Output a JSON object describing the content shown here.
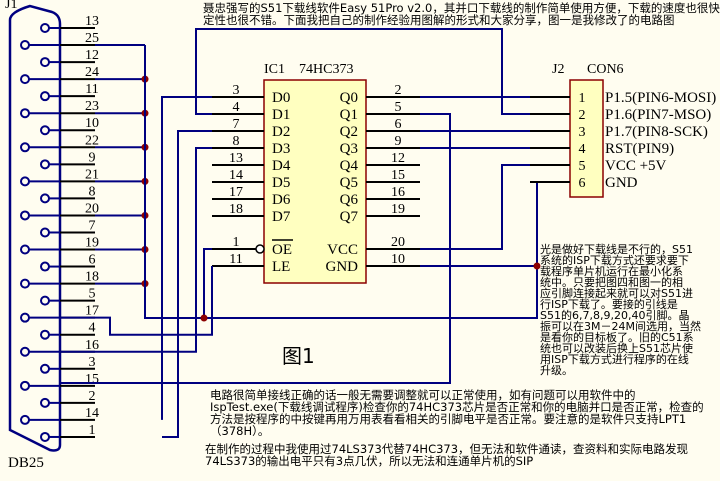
{
  "intro_lines": [
    "聂忠强写的S51下载线软件Easy 51Pro v2.0，其并口下载线的制作简单使用方便，下载的速度也很快，其稳",
    "定性也很不错。下面我把自己的制作经验用图解的形式和大家分享，图一是我修改了的电路图"
  ],
  "j1": {
    "ref": "J1",
    "type": "DB25",
    "pins": [
      "13",
      "25",
      "12",
      "24",
      "11",
      "23",
      "10",
      "22",
      "9",
      "21",
      "8",
      "20",
      "7",
      "19",
      "6",
      "18",
      "5",
      "17",
      "4",
      "16",
      "3",
      "15",
      "2",
      "14",
      "1"
    ]
  },
  "ic1": {
    "ref": "IC1",
    "part": "74HC373",
    "left_pins": [
      {
        "num": "3",
        "name": "D0"
      },
      {
        "num": "4",
        "name": "D1"
      },
      {
        "num": "7",
        "name": "D2"
      },
      {
        "num": "8",
        "name": "D3"
      },
      {
        "num": "13",
        "name": "D4"
      },
      {
        "num": "14",
        "name": "D5"
      },
      {
        "num": "17",
        "name": "D6"
      },
      {
        "num": "18",
        "name": "D7"
      },
      {
        "num": "1",
        "name": "OE"
      },
      {
        "num": "11",
        "name": "LE"
      }
    ],
    "right_pins": [
      {
        "num": "2",
        "name": "Q0"
      },
      {
        "num": "5",
        "name": "Q1"
      },
      {
        "num": "6",
        "name": "Q2"
      },
      {
        "num": "9",
        "name": "Q3"
      },
      {
        "num": "12",
        "name": "Q4"
      },
      {
        "num": "15",
        "name": "Q5"
      },
      {
        "num": "16",
        "name": "Q6"
      },
      {
        "num": "19",
        "name": "Q7"
      },
      {
        "num": "20",
        "name": "VCC"
      },
      {
        "num": "10",
        "name": "GND"
      }
    ]
  },
  "j2": {
    "ref": "J2",
    "part": "CON6",
    "pins": [
      {
        "num": "1",
        "label": "P1.5(PIN6-MOSI)"
      },
      {
        "num": "2",
        "label": "P1.6(PIN7-MSO)"
      },
      {
        "num": "3",
        "label": "P1.7(PIN8-SCK)"
      },
      {
        "num": "4",
        "label": "RST(PIN9)"
      },
      {
        "num": "5",
        "label": "VCC +5V"
      },
      {
        "num": "6",
        "label": "GND"
      }
    ]
  },
  "figure_label": "图1",
  "side_note_lines": [
    "光是做好下载线是不行的，S51",
    "系统的ISP下载方式还要求要下",
    "载程序单片机运行在最小化系",
    "统中。只要把图四和图一的相",
    "应引脚连接起来就可以对S51进",
    "行ISP下载了。要接的引线是",
    "S51的6,7,8,9,20,40引脚。晶",
    "振可以在3M－24M间选用，当然",
    "是看你的目标板了。旧的C51系",
    "统也可以改装后换上S51芯片使",
    "用ISP下载方式进行程序的在线",
    "升级。"
  ],
  "note1_lines": [
    "电路很简单接线正确的话一般无需要调整就可以正常使用，如有问题可以用软件中的",
    "IspTest.exe(下载线调试程序)检查你的74HC373芯片是否正常和你的电脑并口是否正常，检查的",
    "方法是按程序的中按键再用万用表看看相关的引脚电平是否正常。要注意的是软件只支持LPT1",
    "（378H）。"
  ],
  "note2_lines": [
    "在制作的过程中我使用过74LS373代替74HC373，但无法和软件通读，查资料和实际电路发现",
    "74LS373的输出电平只有3点几伏，所以无法和连通单片机的SIP"
  ],
  "colors": {
    "wire": "#000080",
    "stub": "#000000",
    "junction": "#8b0000",
    "chip_fill": "#ffffc0",
    "chip_border": "#8b0000",
    "background": "#fffdf0"
  }
}
